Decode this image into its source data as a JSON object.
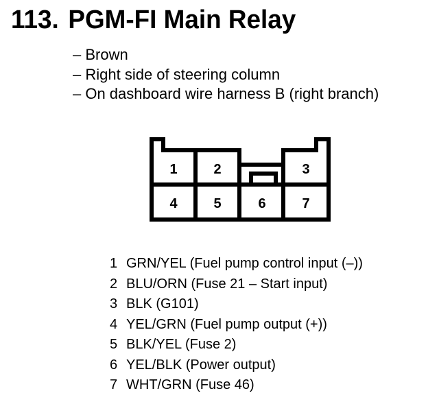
{
  "header": {
    "number": "113.",
    "title": "PGM-FI Main Relay"
  },
  "notes": [
    "– Brown",
    "– Right side of steering column",
    "– On dashboard wire harness B (right branch)"
  ],
  "connector": {
    "top_row": [
      "1",
      "2",
      "",
      "3"
    ],
    "bottom_row": [
      "4",
      "5",
      "6",
      "7"
    ]
  },
  "pins": [
    {
      "number": "1",
      "description": "GRN/YEL (Fuel pump control input (–))"
    },
    {
      "number": "2",
      "description": "BLU/ORN (Fuse 21 – Start input)"
    },
    {
      "number": "3",
      "description": "BLK (G101)"
    },
    {
      "number": "4",
      "description": "YEL/GRN (Fuel pump output (+))"
    },
    {
      "number": "5",
      "description": "BLK/YEL (Fuse 2)"
    },
    {
      "number": "6",
      "description": "YEL/BLK (Power output)"
    },
    {
      "number": "7",
      "description": "WHT/GRN (Fuse 46)"
    }
  ]
}
